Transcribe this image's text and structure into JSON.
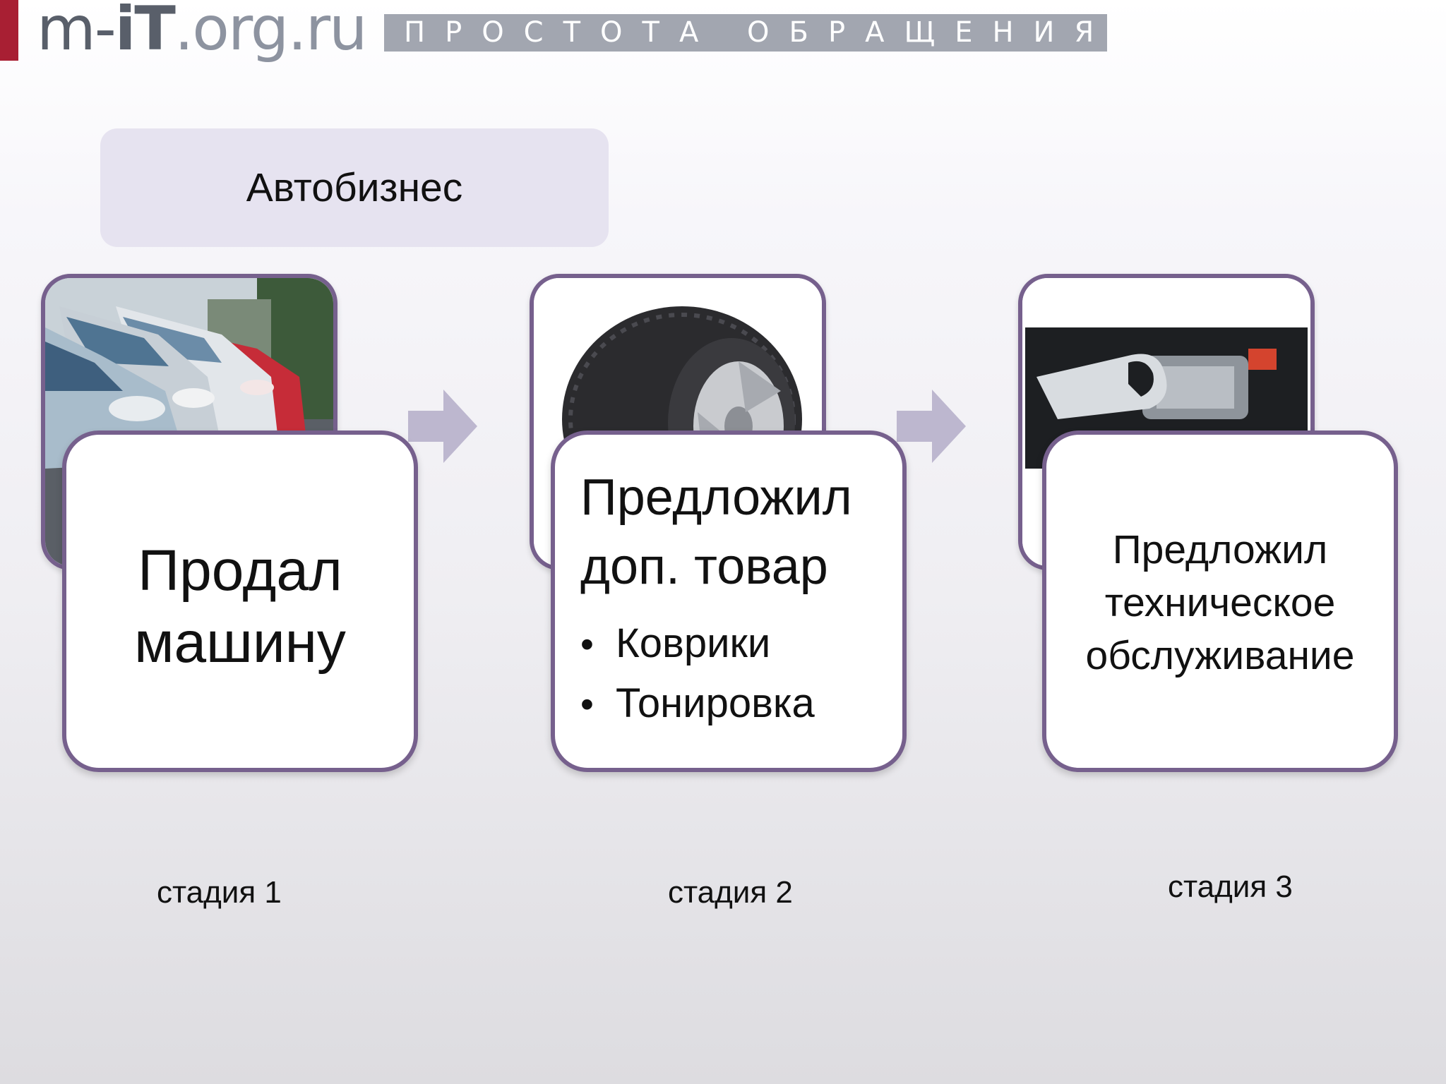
{
  "header": {
    "logo": {
      "part1": "m-",
      "part2": "iT",
      "part3": ".org.ru"
    },
    "slogan": "ПРОСТОТА ОБРАЩЕНИЯ"
  },
  "title": "Автобизнес",
  "stages": [
    {
      "card_text": "Продал машину",
      "caption": "стадия 1",
      "image": "cars-photo"
    },
    {
      "card_title": "Предложил доп. товар",
      "bullets": [
        "Коврики",
        "Тонировка"
      ],
      "caption": "стадия 2",
      "image": "tire-photo"
    },
    {
      "card_text": "Предложил техническое обслуживание",
      "caption": "стадия 3",
      "image": "engine-wrench-photo"
    }
  ],
  "colors": {
    "brand_red": "#a81f33",
    "frame_purple": "#76608d",
    "arrow": "#bdb7cf",
    "title_box": "#e6e3f0",
    "slogan_bar": "#a2a6b0"
  }
}
